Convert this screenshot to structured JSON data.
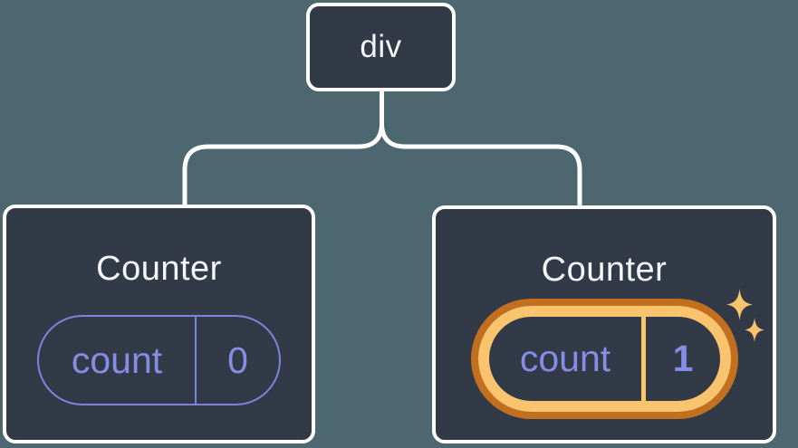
{
  "diagram": {
    "root": {
      "label": "div"
    },
    "left_counter": {
      "title": "Counter",
      "state_key": "count",
      "state_value": "0",
      "highlighted": false
    },
    "right_counter": {
      "title": "Counter",
      "state_key": "count",
      "state_value": "1",
      "highlighted": true
    },
    "icons": {
      "sparkle_large": "sparkle-large-icon",
      "sparkle_small": "sparkle-small-icon"
    },
    "colors": {
      "background": "#4c6770",
      "node_fill": "#333a47",
      "node_border": "#ffffff",
      "connector": "#ffffff",
      "title_text": "#f4f6f8",
      "state_text": "#868de5",
      "state_pill_border": "#7d84e0",
      "highlight_ring_outer": "#c2701f",
      "highlight_ring_inner": "#fac46e",
      "sparkle": "#fac46e"
    }
  }
}
